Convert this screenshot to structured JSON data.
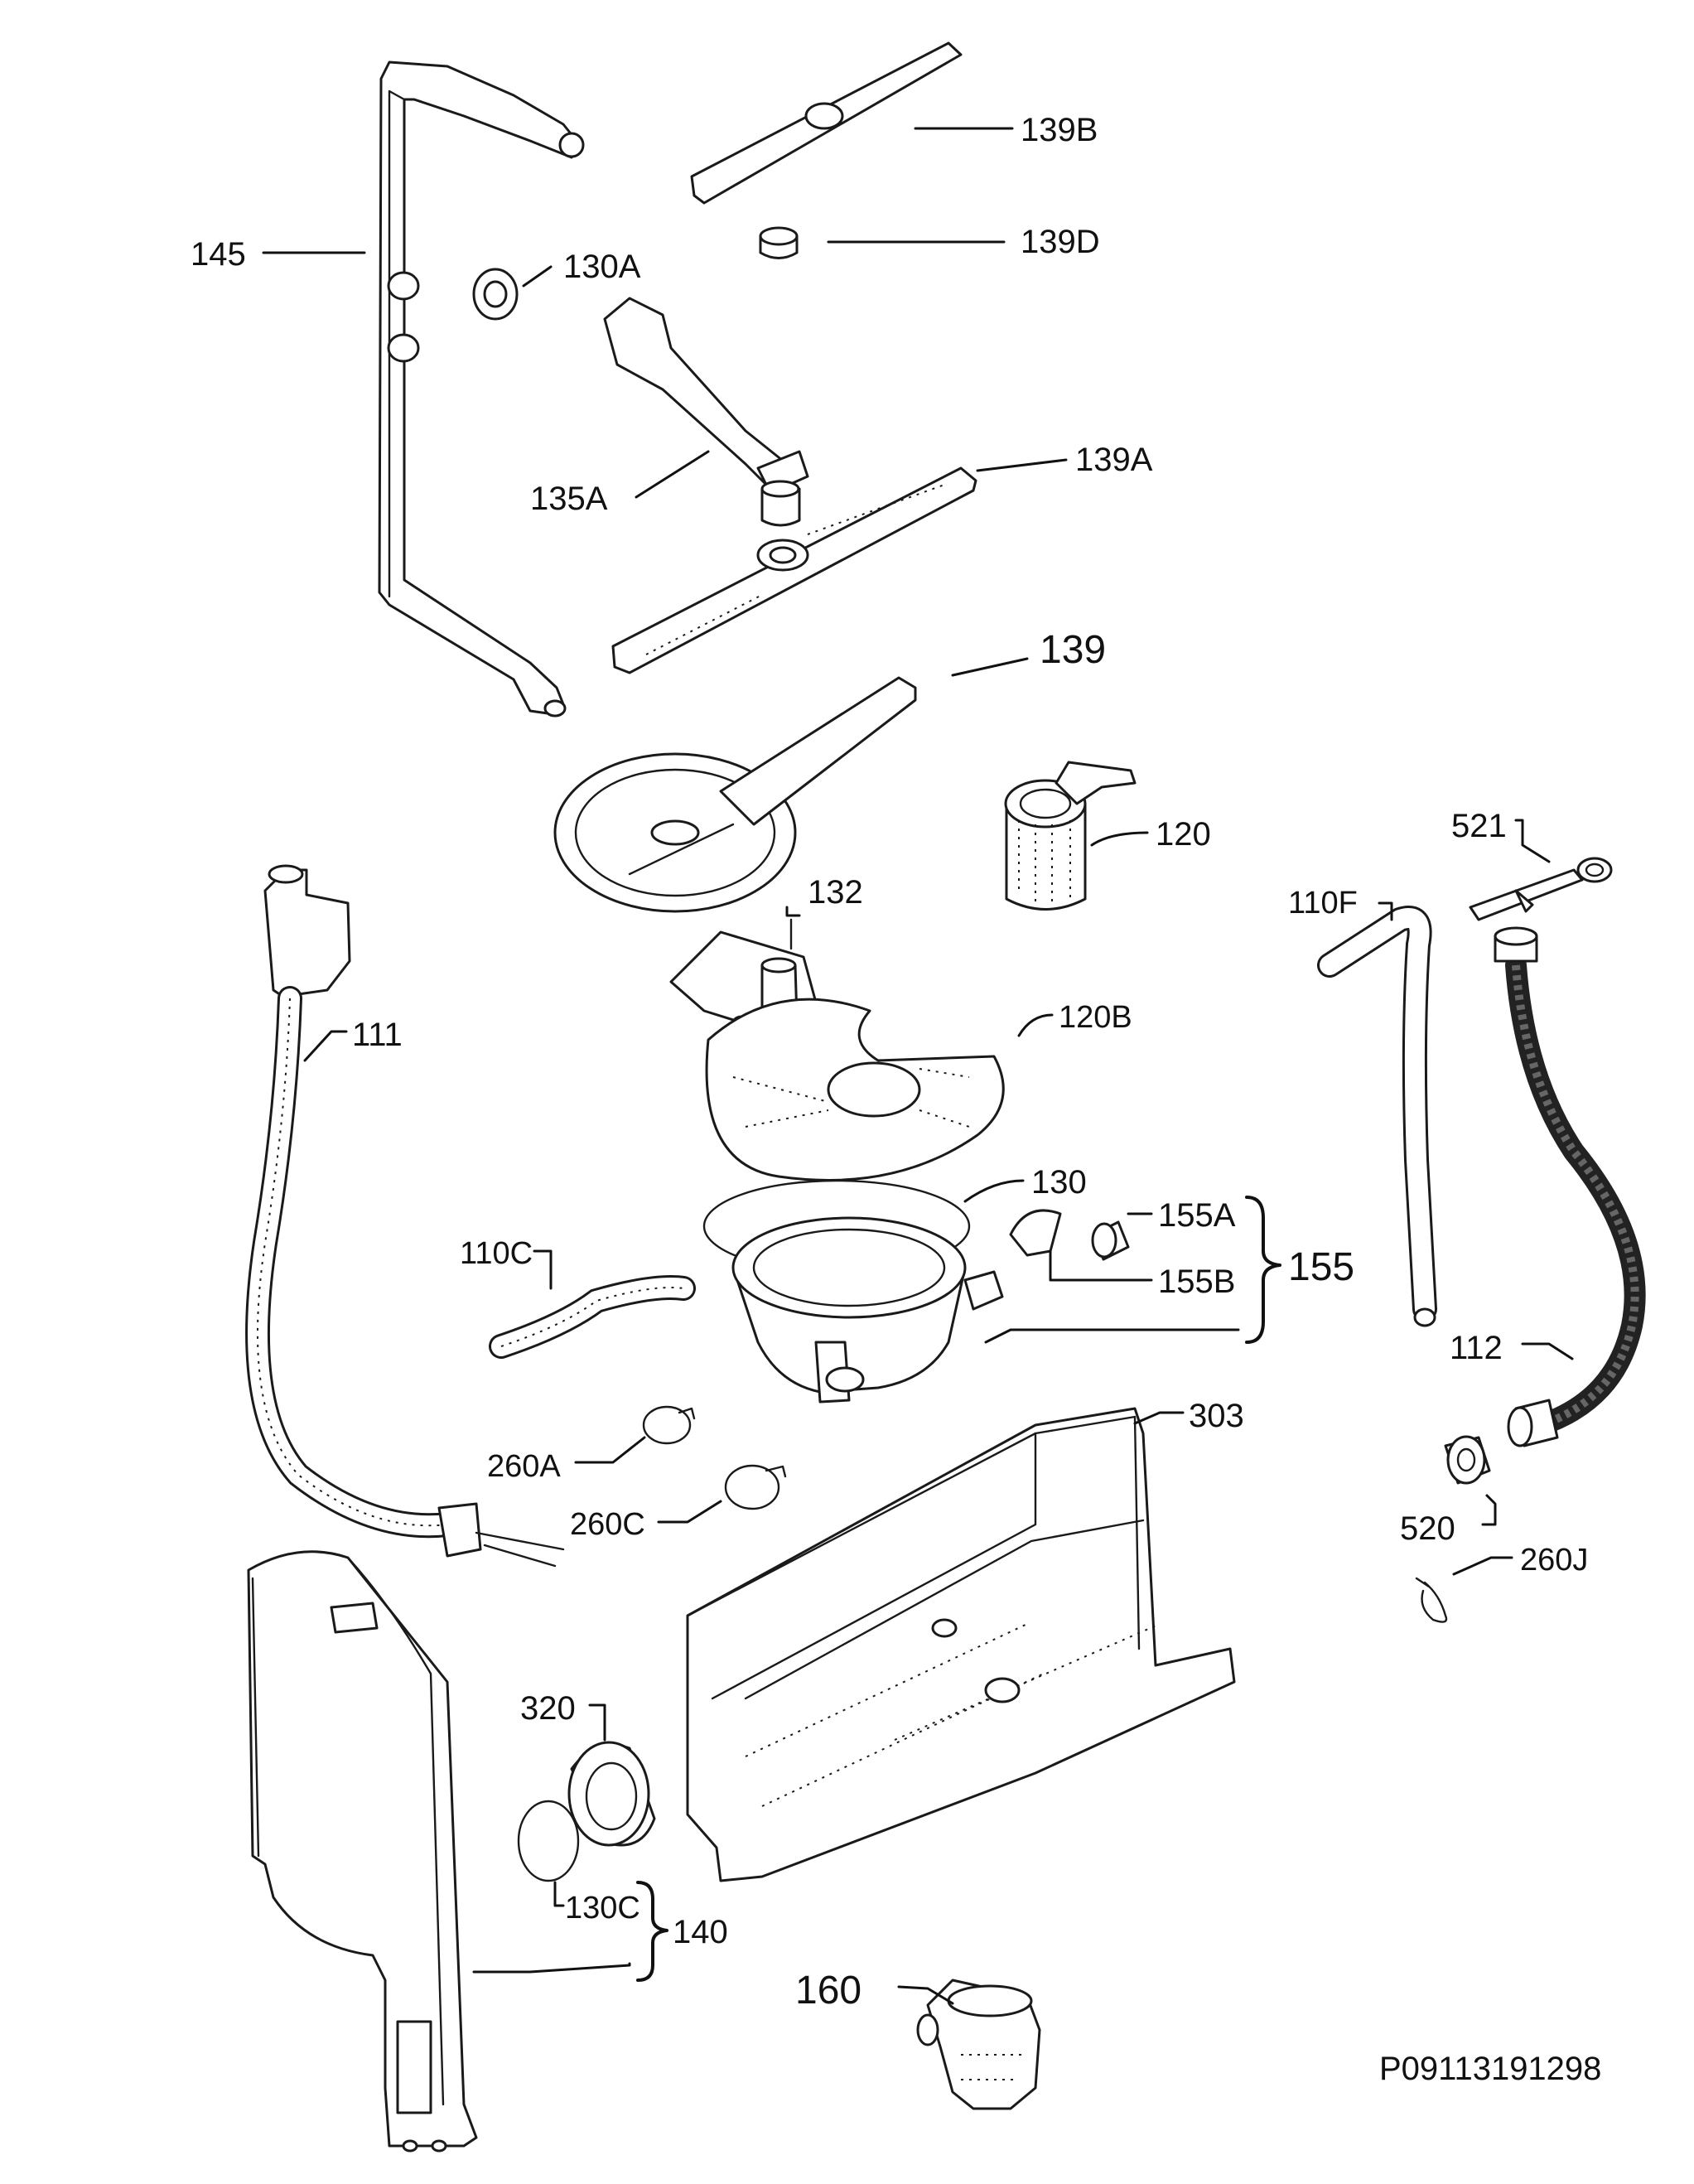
{
  "labels": {
    "l145": "145",
    "l130A": "130A",
    "l139B": "139B",
    "l139D": "139D",
    "l135A": "135A",
    "l139A": "139A",
    "l139": "139",
    "l120": "120",
    "l521": "521",
    "l110F": "110F",
    "l132": "132",
    "l111": "111",
    "l120B": "120B",
    "l130": "130",
    "l155A": "155A",
    "l155": "155",
    "l110C": "110C",
    "l155B": "155B",
    "l112": "112",
    "l303": "303",
    "l260A": "260A",
    "l520": "520",
    "l260C": "260C",
    "l260J": "260J",
    "l320": "320",
    "l130C": "130C",
    "l140": "140",
    "l160": "160"
  },
  "drawing_code": "P09113191298"
}
